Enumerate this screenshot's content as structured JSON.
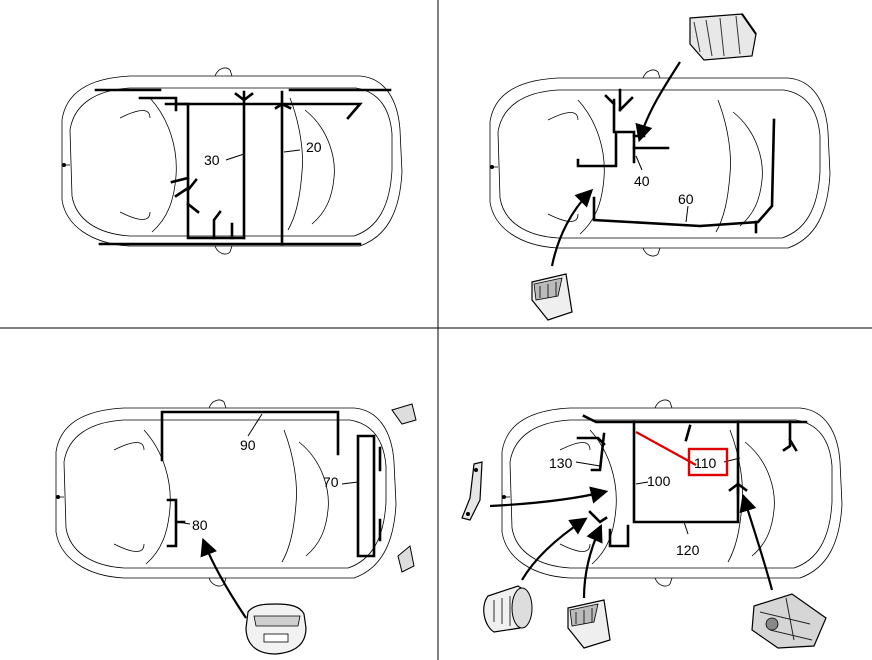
{
  "panels": [
    {
      "id": "top-left",
      "labels": [
        "30",
        "20"
      ]
    },
    {
      "id": "top-right",
      "labels": [
        "40",
        "60"
      ]
    },
    {
      "id": "bottom-left",
      "labels": [
        "90",
        "70",
        "80"
      ]
    },
    {
      "id": "bottom-right",
      "labels": [
        "130",
        "100",
        "110",
        "120"
      ]
    }
  ],
  "highlighted_label": "110",
  "colors": {
    "highlight": "#e00000",
    "line": "#000000",
    "background": "#ffffff"
  }
}
